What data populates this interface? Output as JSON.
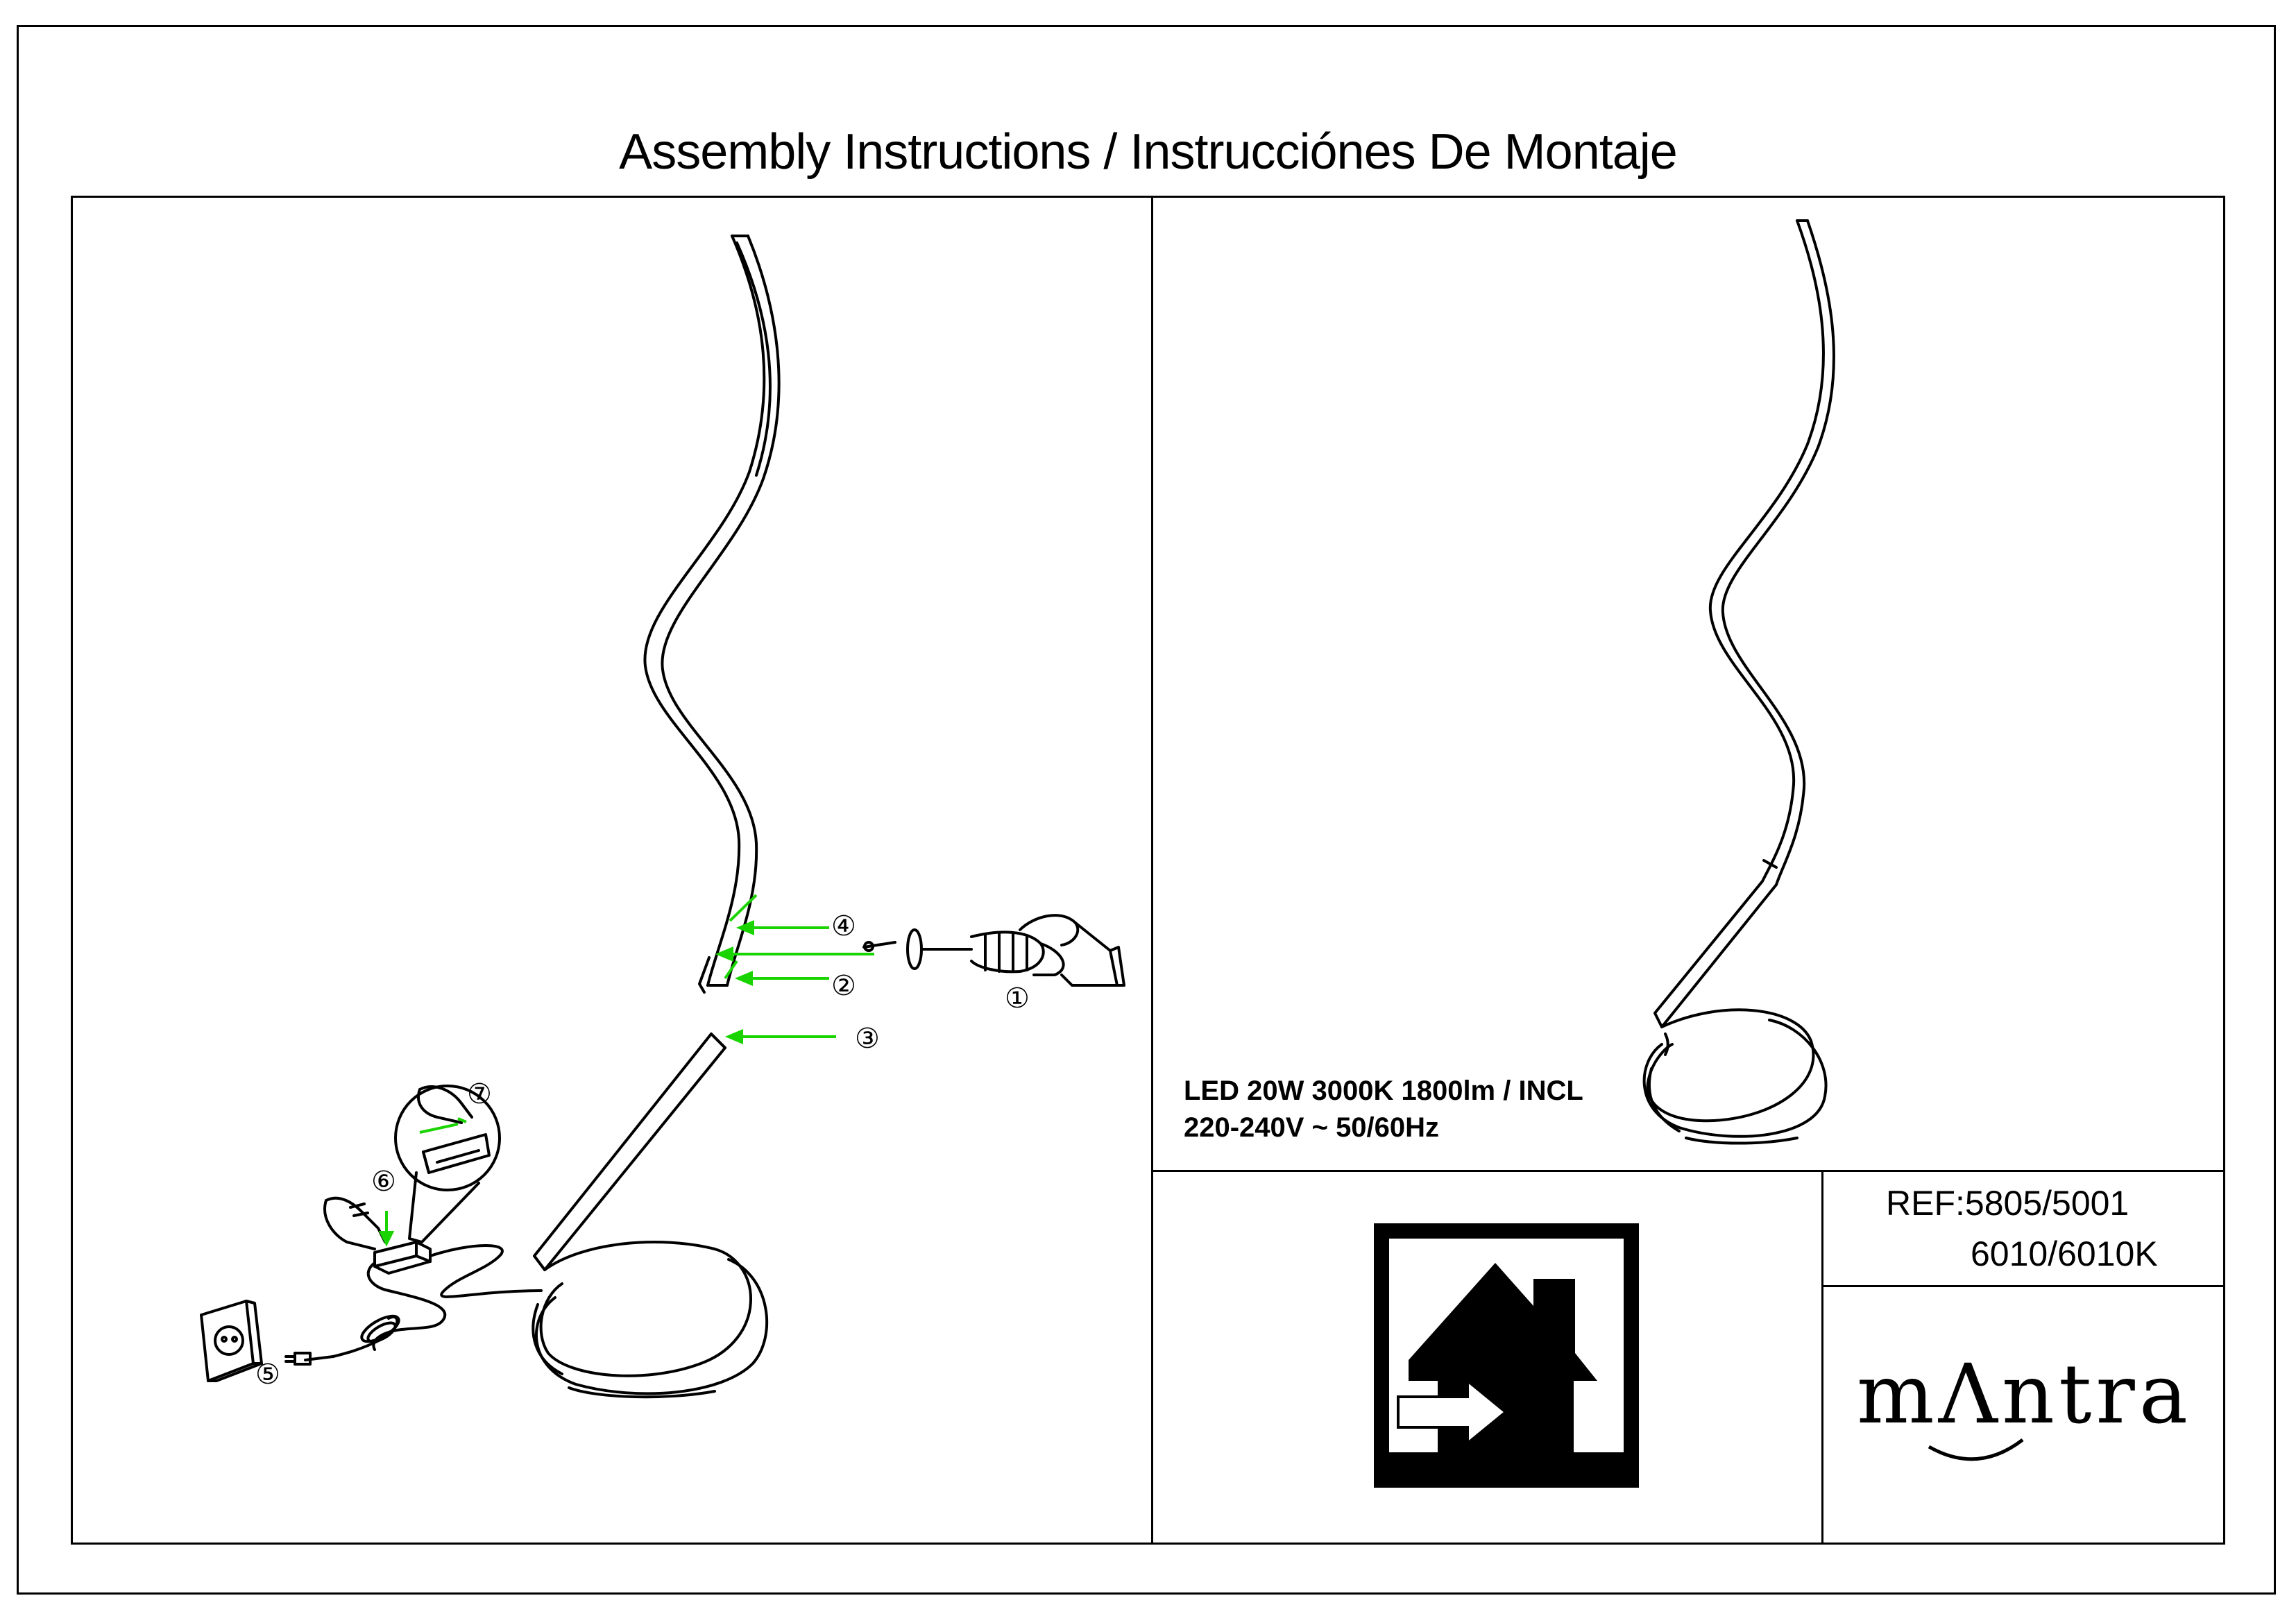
{
  "header": {
    "title": "Assembly Instructions / Instrucciónes De Montaje"
  },
  "diagram": {
    "step_labels": [
      "①",
      "②",
      "③",
      "④",
      "⑤",
      "⑥",
      "⑦"
    ],
    "arrow_color": "#19d400"
  },
  "specs": {
    "line1": "LED 20W 3000K 1800lm / INCL",
    "line2": "220-240V ~ 50/60Hz"
  },
  "reference": {
    "line1": "REF:5805/5001",
    "line2": "6010/6010K"
  },
  "icons": {
    "indoor": "indoor-use-house-icon"
  },
  "brand": {
    "logo_text": "mΛntra"
  }
}
